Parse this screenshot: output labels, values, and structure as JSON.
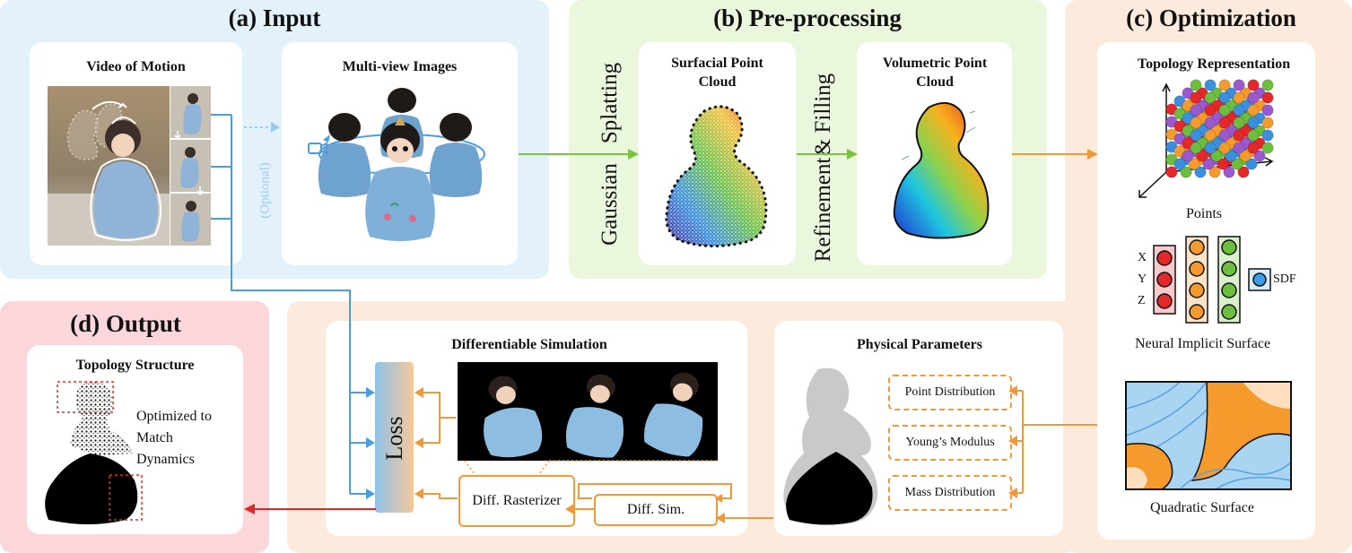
{
  "panels": {
    "input": "(a) Input",
    "preprocessing": "(b) Pre-processing",
    "optimization": "(c) Optimization",
    "output": "(d) Output"
  },
  "input": {
    "video_title": "Video of Motion",
    "multiview_title": "Multi-view Images",
    "optional": "(Optional)"
  },
  "preprocessing": {
    "gaussian": "Gaussian",
    "splatting": "Splatting",
    "surfacial_title": "Surfacial Point Cloud",
    "refinement": "Refinement",
    "filling": "& Filling",
    "volumetric_title": "Volumetric Point Cloud"
  },
  "optimization": {
    "topology_title": "Topology Representation",
    "points_label": "Points",
    "x": "X",
    "y": "Y",
    "z": "Z",
    "sdf": "SDF",
    "nis_label": "Neural Implicit Surface",
    "quad_label": "Quadratic Surface"
  },
  "simulation": {
    "title": "Differentiable Simulation",
    "loss": "Loss",
    "rasterizer": "Diff. Rasterizer",
    "sim": "Diff. Sim."
  },
  "physical": {
    "title": "Physical Parameters",
    "params": [
      "Point Distribution",
      "Young’s Modulus",
      "Mass Distribution"
    ]
  },
  "output": {
    "structure_title": "Topology Structure",
    "optimized_text": "Optimized to Match Dynamics"
  },
  "colors": {
    "input_bg": "#e3f1fb",
    "pre_bg": "#eaf7dc",
    "opt_bg": "#fcebdc",
    "out_bg": "#fbd7dc",
    "blue_arrow": "#4a9ee0",
    "green_arrow": "#7cc242",
    "orange_arrow": "#f0993a",
    "red_arrow": "#e02a2a"
  }
}
